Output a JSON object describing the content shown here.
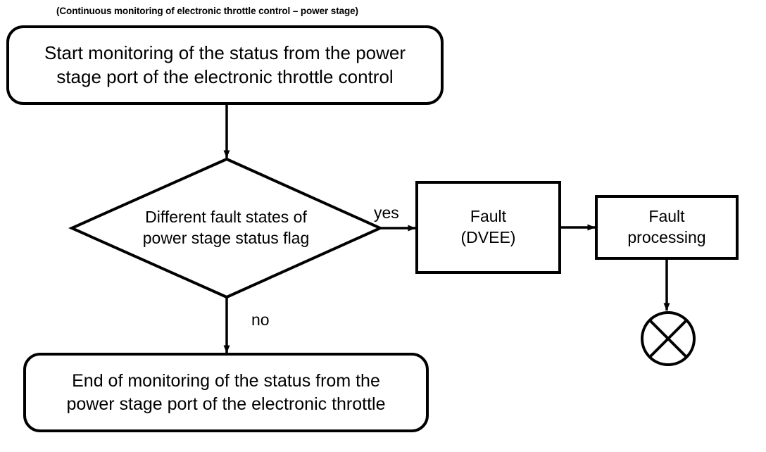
{
  "diagram": {
    "title": "(Continuous monitoring of electronic throttle control – power stage)",
    "colors": {
      "stroke": "#000000",
      "fill": "#ffffff",
      "text": "#000000"
    },
    "nodes": {
      "start": {
        "shape": "rounded-rectangle",
        "label": "Start monitoring of the status from the power\nstage port of the electronic throttle control"
      },
      "decision": {
        "shape": "diamond",
        "label": "Different fault states of\npower stage status flag"
      },
      "fault": {
        "shape": "rectangle",
        "label": "Fault\n(DVEE)"
      },
      "fault_processing": {
        "shape": "rectangle",
        "label": "Fault\nprocessing"
      },
      "connector": {
        "shape": "circle-with-cross",
        "label": ""
      },
      "end": {
        "shape": "rounded-rectangle",
        "label": "End of monitoring of the status from the\npower stage port of the electronic throttle"
      }
    },
    "edges": {
      "start_to_decision": {
        "label": ""
      },
      "decision_to_fault": {
        "label": "yes"
      },
      "decision_to_end": {
        "label": "no"
      },
      "fault_to_processing": {
        "label": ""
      },
      "processing_to_connector": {
        "label": ""
      }
    }
  }
}
